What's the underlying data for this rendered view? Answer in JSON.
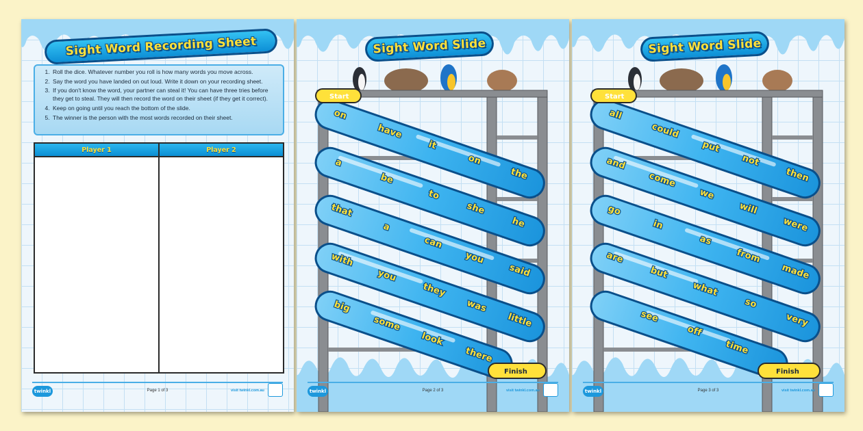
{
  "colors": {
    "background": "#fbf3c8",
    "accent": "#0d8fd6",
    "word_yellow": "#ffe13a",
    "frame_grey": "#8a8d91"
  },
  "pages": [
    {
      "title": "Sight Word Recording Sheet",
      "instructions": [
        "Roll the dice. Whatever number you roll is how many words you move across.",
        "Say the word you have landed on out loud. Write it down on your recording sheet.",
        "If you don't know the word, your partner can steal it! You can have three tries before they get to steal. They will then record the word on their sheet (if they get it correct).",
        "Keep on going until you reach the bottom of the slide.",
        "The winner is the person with the most words recorded on their sheet."
      ],
      "table_headers": [
        "Player 1",
        "Player 2"
      ],
      "logo": "twinkl",
      "page_number": "Page 1 of 3",
      "url": "visit twinkl.com.au"
    },
    {
      "title": "Sight Word Slide",
      "start_label": "Start",
      "finish_label": "Finish",
      "animal_icons": [
        "penguin-icon",
        "wombat-icon",
        "macaw-icon",
        "wallaby-icon"
      ],
      "slides": [
        [
          "on",
          "have",
          "it",
          "on",
          "the"
        ],
        [
          "a",
          "be",
          "to",
          "she",
          "he"
        ],
        [
          "that",
          "a",
          "can",
          "you",
          "said"
        ],
        [
          "with",
          "you",
          "they",
          "was",
          "little"
        ],
        [
          "big",
          "some",
          "look",
          "there"
        ]
      ],
      "logo": "twinkl",
      "page_number": "Page 2 of 3",
      "url": "visit twinkl.com.au"
    },
    {
      "title": "Sight Word Slide",
      "start_label": "Start",
      "finish_label": "Finish",
      "animal_icons": [
        "penguin-icon",
        "wombat-icon",
        "macaw-icon",
        "wallaby-icon"
      ],
      "slides": [
        [
          "all",
          "could",
          "put",
          "not",
          "then"
        ],
        [
          "and",
          "come",
          "we",
          "will",
          "were"
        ],
        [
          "go",
          "in",
          "as",
          "from",
          "made"
        ],
        [
          "are",
          "but",
          "what",
          "so",
          "very"
        ],
        [
          "see",
          "off",
          "time"
        ]
      ],
      "logo": "twinkl",
      "page_number": "Page 3 of 3",
      "url": "visit twinkl.com.au"
    }
  ]
}
